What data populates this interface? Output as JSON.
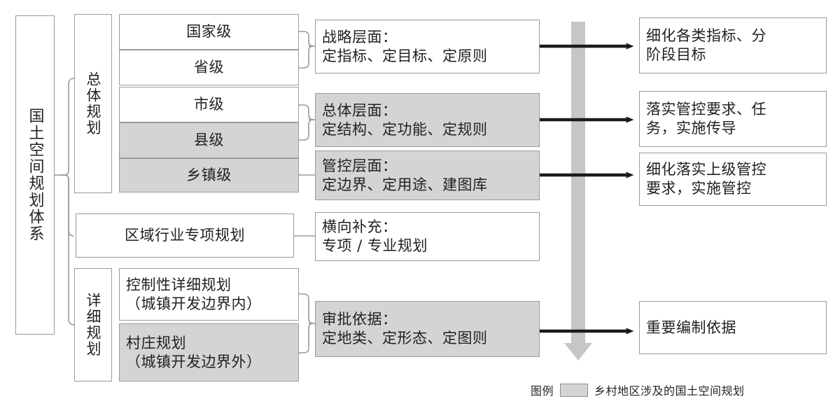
{
  "diagram": {
    "title": "国土空间规划体系",
    "root": {
      "label": "国土空间规划体系"
    },
    "groups": [
      {
        "id": "overall",
        "label": "总体规划"
      },
      {
        "id": "detail",
        "label": "详细规划"
      }
    ],
    "levels": [
      {
        "id": "national",
        "label": "国家级",
        "shaded": false
      },
      {
        "id": "provincial",
        "label": "省级",
        "shaded": false
      },
      {
        "id": "municipal",
        "label": "市级",
        "shaded": false
      },
      {
        "id": "county",
        "label": "县级",
        "shaded": true
      },
      {
        "id": "township",
        "label": "乡镇级",
        "shaded": true
      }
    ],
    "special": {
      "id": "regional-sector",
      "label": "区域行业专项规划",
      "shaded": false
    },
    "details": [
      {
        "id": "regulatory-detail",
        "label": "控制性详细规划\n（城镇开发边界内）",
        "shaded": false
      },
      {
        "id": "village",
        "label": "村庄规划\n（城镇开发边界外）",
        "shaded": true
      }
    ],
    "aspects": [
      {
        "id": "strategic",
        "label": "战略层面：\n定指标、定目标、定原则",
        "shaded": false
      },
      {
        "id": "overall-aspect",
        "label": "总体层面：\n定结构、定功能、定规则",
        "shaded": true
      },
      {
        "id": "control",
        "label": "管控层面：\n定边界、定用途、建图库",
        "shaded": true
      },
      {
        "id": "horizontal",
        "label": "横向补充：\n专项 / 专业规划",
        "shaded": false
      },
      {
        "id": "approval",
        "label": "审批依据：\n定地类、定形态、定图则",
        "shaded": true
      }
    ],
    "outcomes": [
      {
        "id": "refine-indicators",
        "label": "细化各类指标、分\n阶段目标",
        "shaded": false
      },
      {
        "id": "implement-control",
        "label": "落实管控要求、任\n务，实施传导",
        "shaded": false
      },
      {
        "id": "refine-upper-control",
        "label": "细化落实上级管控\n要求，实施管控",
        "shaded": false
      },
      {
        "id": "important-basis",
        "label": "重要编制依据",
        "shaded": false
      }
    ],
    "legend": {
      "title": "图例",
      "swatch_label": "乡村地区涉及的国土空间规划",
      "swatch_color": "#d4d4d4"
    },
    "colors": {
      "box_border": "#9a9a9a",
      "shaded_fill": "#d4d4d4",
      "text": "#231f20",
      "arrow_black": "#1a1a1a",
      "arrow_gray": "#c6c6c6"
    }
  }
}
